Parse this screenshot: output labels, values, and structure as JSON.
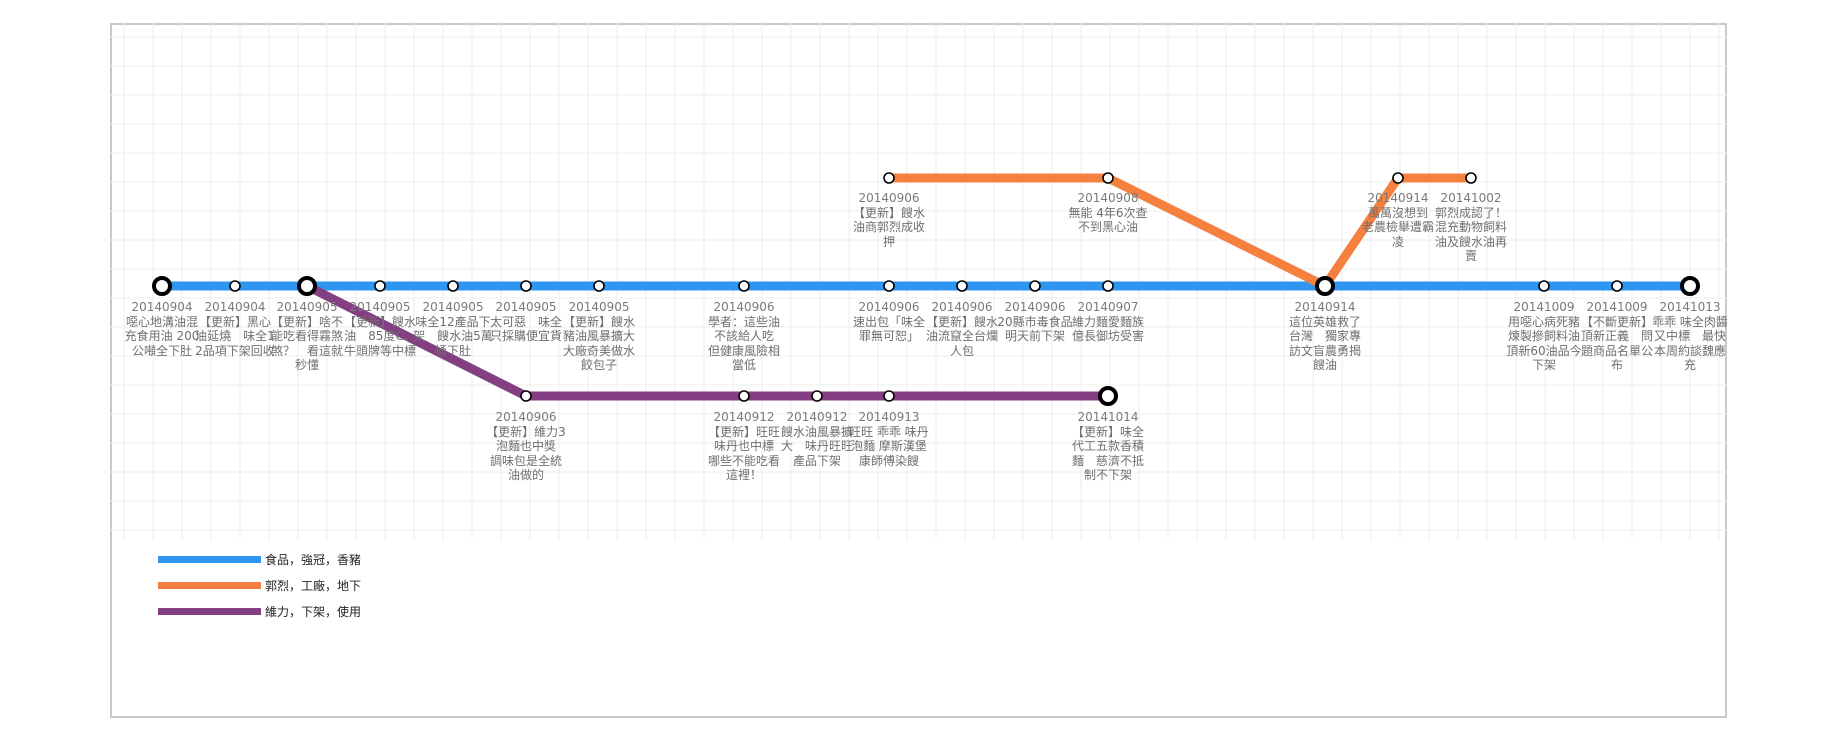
{
  "legend": [
    {
      "label": "食品，強冠，香豬",
      "color": "#2e95f0"
    },
    {
      "label": "郭烈，工廠，地下",
      "color": "#f58140"
    },
    {
      "label": "維力，下架，使用",
      "color": "#843e82"
    }
  ],
  "lines": [
    {
      "name": "blue",
      "color": "#2e95f0"
    },
    {
      "name": "orange",
      "color": "#f58140"
    },
    {
      "name": "purple",
      "color": "#843e82"
    }
  ],
  "stations": [
    {
      "id": "s1",
      "date": "20140904",
      "text": "噁心地溝油混充食用油 200公噸全下肚",
      "big": true
    },
    {
      "id": "s2",
      "date": "20140904",
      "text": "【更新】黑心油延燒　味全12品項下架回收"
    },
    {
      "id": "s3",
      "date": "20140905",
      "text": "【更新】啥不能吃看得霧煞煞？　看這就秒懂",
      "big": true
    },
    {
      "id": "s4",
      "date": "20140905",
      "text": "【更新】餿水油　85度C、牛頭牌等中標"
    },
    {
      "id": "s5",
      "date": "20140905",
      "text": "味全12產品下架　餿水油5萬桶下肚"
    },
    {
      "id": "s6",
      "date": "20140905",
      "text": "太可惡　味全只採購便宜貨"
    },
    {
      "id": "s7",
      "date": "20140905",
      "text": "【更新】餿水豬油風暴擴大　大廠奇美做水餃包子"
    },
    {
      "id": "s8",
      "date": "20140906",
      "text": "學者：這些油不該給人吃　但健康風險相當低"
    },
    {
      "id": "s9",
      "date": "20140906",
      "text": "速出包「味全罪無可恕」"
    },
    {
      "id": "s10",
      "date": "20140906",
      "text": "【更新】餿水油流竄全台爛人包"
    },
    {
      "id": "s11",
      "date": "20140906",
      "text": "20縣市毒食品明天前下架"
    },
    {
      "id": "s12",
      "date": "20140907",
      "text": "維力麵愛麵族億長御坊受害"
    },
    {
      "id": "s13",
      "date": "20140914",
      "text": "這位英雄救了台灣　獨家專訪文盲農勇揭餿油",
      "big": true
    },
    {
      "id": "s14",
      "date": "20141009",
      "text": "用噁心病死豬煉製摻飼料油　頂新60油品今下架"
    },
    {
      "id": "s15",
      "date": "20141009",
      "text": "【不斷更新】頂新正義　問題商品名單公布"
    },
    {
      "id": "s16",
      "date": "20141013",
      "text": "乖乖 味全肉醬　又中標　最快本周約談魏應充",
      "big": true
    },
    {
      "id": "o1",
      "date": "20140906",
      "text": "【更新】餿水油商郭烈成收押"
    },
    {
      "id": "o2",
      "date": "20140908",
      "text": "無能 4年6次查不到黑心油"
    },
    {
      "id": "o3",
      "date": "20140914",
      "text": "萬萬沒想到　老農檢舉遭霸凌"
    },
    {
      "id": "o4",
      "date": "20141002",
      "text": "郭烈成認了！　混充動物飼料油及餿水油再賣"
    },
    {
      "id": "p1",
      "date": "20140906",
      "text": "【更新】維力3泡麵也中獎　調味包是全統油做的"
    },
    {
      "id": "p2",
      "date": "20140912",
      "text": "【更新】旺旺味丹也中標　哪些不能吃看這裡！"
    },
    {
      "id": "p3",
      "date": "20140912",
      "text": "餿水油風暴擴大　味丹旺旺產品下架"
    },
    {
      "id": "p4",
      "date": "20140913",
      "text": "旺旺 乖乖 味丹　泡麵 摩斯漢堡　康師傅染餿"
    },
    {
      "id": "p5",
      "date": "20141014",
      "text": "【更新】味全代工五款香積麵　慈濟不抵制不下架",
      "big": true
    }
  ]
}
